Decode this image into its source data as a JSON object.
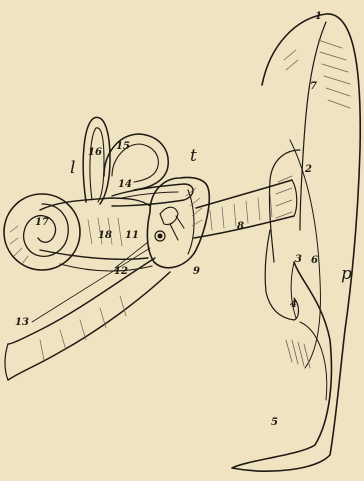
{
  "labels": {
    "l1": "1",
    "l2": "2",
    "l3": "3",
    "l4": "4",
    "l5": "5",
    "l6": "6",
    "l7": "7",
    "l8": "8",
    "l9": "9",
    "l11": "11",
    "l12": "12",
    "l13": "13",
    "l14": "14",
    "l15": "15",
    "l16": "16",
    "l17": "17",
    "l18": "18",
    "lt": "t",
    "ll": "l",
    "lp": "p"
  },
  "colors": {
    "paper": "#efe3c1",
    "ink": "#1e1a14",
    "shade": "#6b6253"
  }
}
